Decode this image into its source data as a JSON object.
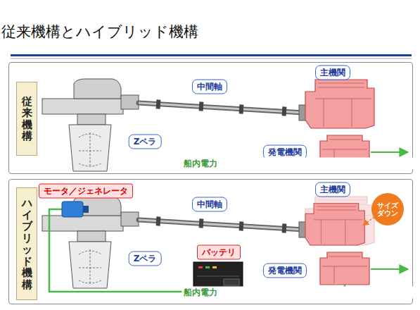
{
  "diagram": {
    "title": "従来機構とハイブリッド機構",
    "nodes": [
      {
        "text": [
          "従来機構"
        ]
      },
      {
        "text": [
          "中間軸"
        ],
        "in": 0
      },
      {
        "text": [
          "主機関"
        ],
        "in": 0
      },
      {
        "text": [
          "Zペラ"
        ],
        "in": 0
      },
      {
        "text": [
          "発電機関"
        ],
        "in": 0
      },
      {
        "text": [
          "ハイブリッド機構"
        ]
      },
      {
        "text": [
          "モータ／ジェネレータ"
        ],
        "in": 5
      },
      {
        "text": [
          "中間軸"
        ],
        "in": 5
      },
      {
        "text": [
          "主機関"
        ],
        "in": 5
      },
      {
        "text": [
          "サイズダウン"
        ],
        "in": 5
      },
      {
        "text": [
          "Zペラ"
        ],
        "in": 5
      },
      {
        "text": [
          "バッテリ"
        ],
        "in": 5
      },
      {
        "text": [
          "発電機関"
        ],
        "in": 5
      }
    ],
    "labels": [
      "船内電力",
      "船内電力"
    ]
  }
}
